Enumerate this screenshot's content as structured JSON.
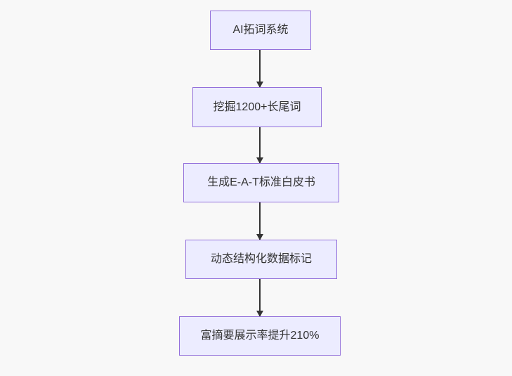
{
  "diagram": {
    "type": "flowchart",
    "direction": "top-down",
    "background_color": "#f8f8f8",
    "node_style": {
      "fill": "#ECECFF",
      "border": "#9370DB",
      "text_color": "#333333"
    },
    "arrow_color": "#333333",
    "nodes": [
      {
        "id": "step-1",
        "label": "AI拓词系统"
      },
      {
        "id": "step-2",
        "label": "挖掘1200+长尾词"
      },
      {
        "id": "step-3",
        "label": "生成E-A-T标准白皮书"
      },
      {
        "id": "step-4",
        "label": "动态结构化数据标记"
      },
      {
        "id": "step-5",
        "label": "富摘要展示率提升210%"
      }
    ],
    "edges": [
      {
        "from": "step-1",
        "to": "step-2"
      },
      {
        "from": "step-2",
        "to": "step-3"
      },
      {
        "from": "step-3",
        "to": "step-4"
      },
      {
        "from": "step-4",
        "to": "step-5"
      }
    ]
  }
}
